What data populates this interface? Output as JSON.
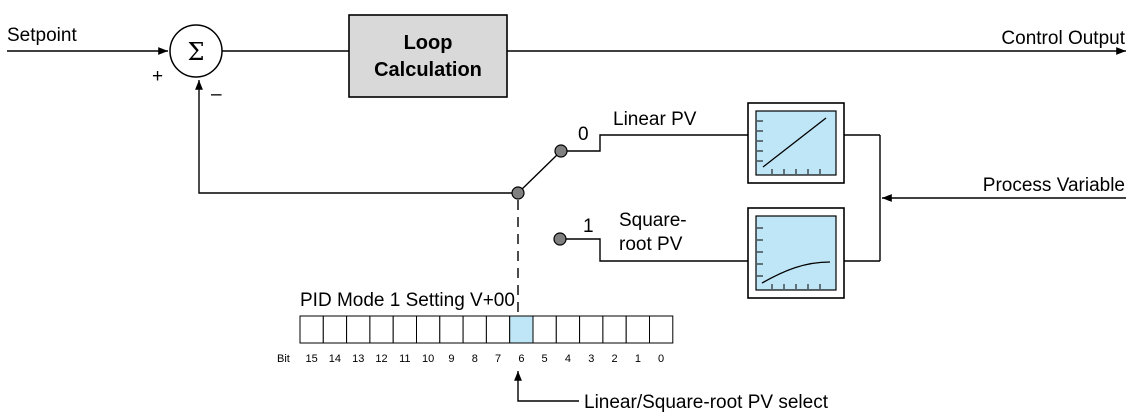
{
  "diagram": {
    "setpoint_label": "Setpoint",
    "control_output_label": "Control Output",
    "process_variable_label": "Process Variable",
    "sum_symbol": "Σ",
    "plus_sign": "+",
    "minus_sign": "–",
    "loop_block": {
      "line1": "Loop",
      "line2": "Calculation"
    },
    "linear_pv": {
      "index": "0",
      "label": "Linear PV"
    },
    "sqrt_pv": {
      "index": "1",
      "label_line1": "Square-",
      "label_line2": "root PV"
    },
    "register_title": "PID Mode 1 Setting V+00",
    "bit_prefix": "Bit",
    "bits": [
      "15",
      "14",
      "13",
      "12",
      "11",
      "10",
      "9",
      "8",
      "7",
      "6",
      "5",
      "4",
      "3",
      "2",
      "1",
      "0"
    ],
    "highlighted_bit": "6",
    "select_note": "Linear/Square-root PV select",
    "colors": {
      "block_fill": "#d9d9d9",
      "meter_fill": "#bfe6f6",
      "bit_highlight": "#bfe6f6",
      "line": "#000000"
    }
  }
}
